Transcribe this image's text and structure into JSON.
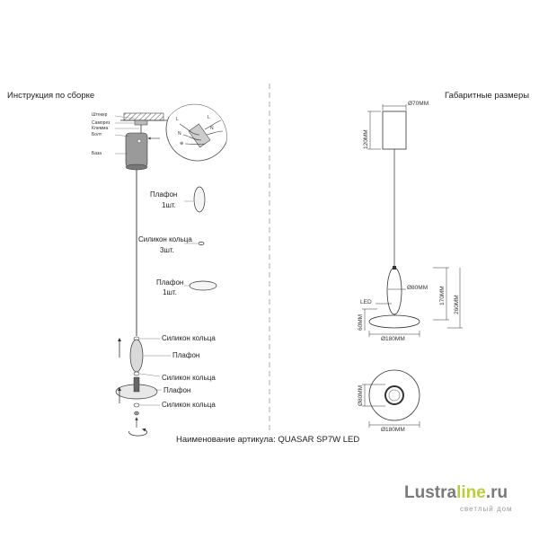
{
  "headers": {
    "left": "Инструкция по сборке",
    "right": "Габаритные размеры"
  },
  "assembly": {
    "ceiling_parts": {
      "shtyrek": "Штекер",
      "samorez": "Саморез",
      "klemma": "Клемма",
      "bolt": "Болт",
      "baza": "База"
    },
    "wires": [
      "L",
      "N",
      "⊕",
      "L",
      "N"
    ],
    "separate_parts": {
      "shade1": "Плафон",
      "shade1_qty": "1шт.",
      "rings": "Силикон кольца",
      "rings_qty": "3шт.",
      "shade2": "Плафон",
      "shade2_qty": "1шт."
    },
    "stack": {
      "ring_a": "Силикон кольца",
      "shade_a": "Плафон",
      "ring_b": "Силикон кольца",
      "shade_b": "Плафон",
      "ring_c": "Силикон кольца"
    }
  },
  "dimensions": {
    "canopy_diameter": "Ø70ММ",
    "canopy_height": "120ММ",
    "upper_shade_diameter": "Ø80ММ",
    "upper_shade_height": "170ММ",
    "total_height": "260ММ",
    "led": "LED",
    "lower_height": "60ММ",
    "disc_diameter": "Ø180ММ",
    "bottom_inner_diameter": "Ø80ММ",
    "bottom_outer_diameter": "Ø180ММ"
  },
  "article": {
    "label": "Наименование артикула:",
    "value": "QUASAR SP7W LED"
  },
  "logo": {
    "part1": "Lustra",
    "part2": "line",
    "part3": ".ru",
    "tagline": "светлый дом"
  }
}
